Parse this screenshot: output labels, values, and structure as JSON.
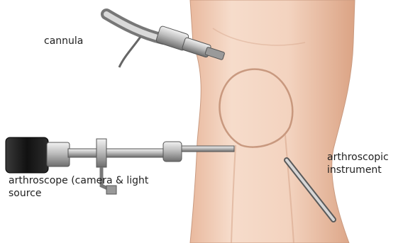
{
  "diagram": {
    "labels": {
      "cannula": "cannula",
      "arthroscope_line1": "arthroscope (camera & light",
      "arthroscope_line2": "source",
      "instrument_line1": "arthroscopic",
      "instrument_line2": "instrument"
    },
    "colors": {
      "skin_light": "#f6dccb",
      "skin_mid": "#e8bba0",
      "skin_shadow": "#c98e72",
      "metal_light": "#e6e6e6",
      "metal_mid": "#a9a9a9",
      "metal_dark": "#5a5a5a",
      "eyepiece": "#1c1c1c"
    }
  }
}
